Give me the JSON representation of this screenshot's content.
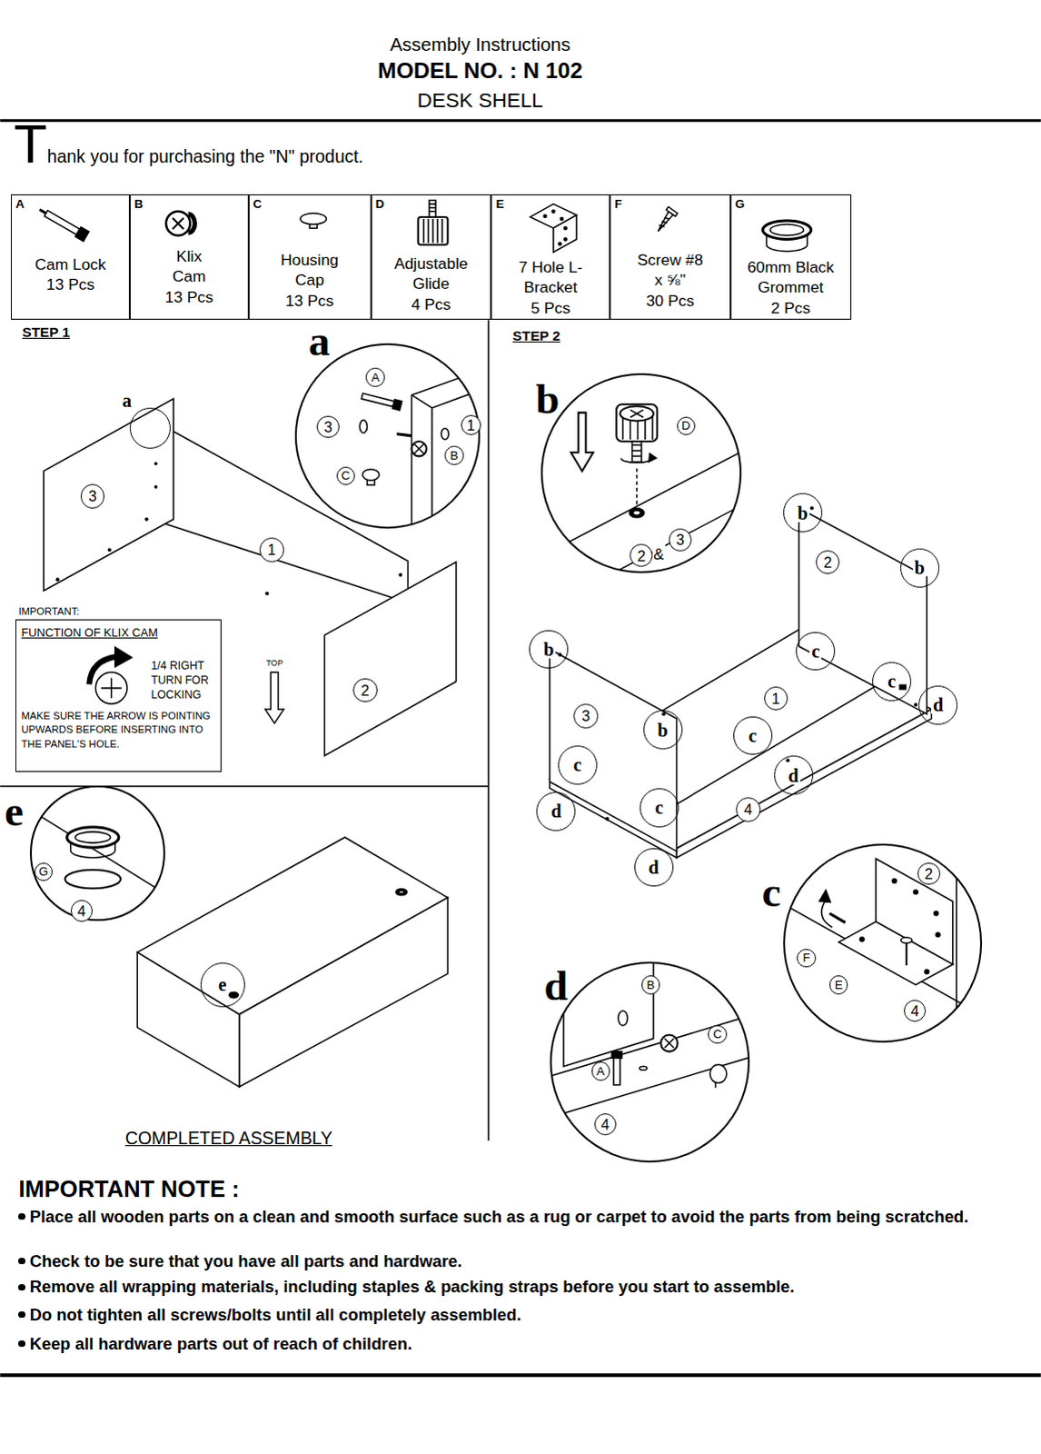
{
  "diagram": {
    "title": "Assembly Instructions",
    "nodes": [
      {
        "text": [
          "A",
          "Cam Lock",
          "13 Pcs"
        ]
      },
      {
        "text": [
          "B",
          "Klix Cam",
          "13 Pcs"
        ]
      },
      {
        "text": [
          "C",
          "Housing Cap",
          "13 Pcs"
        ]
      },
      {
        "text": [
          "D",
          "Adjustable Glide",
          "4 Pcs"
        ]
      },
      {
        "text": [
          "E",
          "7 Hole L-Bracket",
          "5 Pcs"
        ]
      },
      {
        "text": [
          "F",
          "Screw #8 x ⅝\"",
          "30 Pcs"
        ]
      },
      {
        "text": [
          "G",
          "60mm Black Grommet",
          "2 Pcs"
        ]
      },
      {
        "text": [
          "a"
        ]
      },
      {
        "text": [
          "3"
        ]
      },
      {
        "text": [
          "1"
        ]
      },
      {
        "text": [
          "2"
        ]
      },
      {
        "text": [
          "a"
        ]
      },
      {
        "text": [
          "A"
        ],
        "in": 11
      },
      {
        "text": [
          "3"
        ],
        "in": 11
      },
      {
        "text": [
          "1"
        ],
        "in": 11
      },
      {
        "text": [
          "B"
        ],
        "in": 11
      },
      {
        "text": [
          "C"
        ],
        "in": 11
      },
      {
        "text": [
          "IMPORTANT:",
          "FUNCTION OF KLIX CAM",
          "1/4 RIGHT TURN FOR LOCKING",
          "MAKE SURE THE ARROW IS POINTING UPWARDS BEFORE INSERTING INTO THE PANEL'S HOLE."
        ]
      },
      {
        "text": [
          "b"
        ]
      },
      {
        "text": [
          "D"
        ],
        "in": 18
      },
      {
        "text": [
          "2"
        ],
        "in": 18
      },
      {
        "text": [
          "3"
        ],
        "in": 18
      },
      {
        "text": [
          "b"
        ]
      },
      {
        "text": [
          "b"
        ]
      },
      {
        "text": [
          "2"
        ]
      },
      {
        "text": [
          "c"
        ]
      },
      {
        "text": [
          "b"
        ]
      },
      {
        "text": [
          "3"
        ]
      },
      {
        "text": [
          "1"
        ]
      },
      {
        "text": [
          "c"
        ]
      },
      {
        "text": [
          "b"
        ]
      },
      {
        "text": [
          "c"
        ]
      },
      {
        "text": [
          "d"
        ]
      },
      {
        "text": [
          "c"
        ]
      },
      {
        "text": [
          "d"
        ]
      },
      {
        "text": [
          "c"
        ]
      },
      {
        "text": [
          "4"
        ]
      },
      {
        "text": [
          "d"
        ]
      },
      {
        "text": [
          "d"
        ]
      },
      {
        "text": [
          "c"
        ]
      },
      {
        "text": [
          "2"
        ],
        "in": 39
      },
      {
        "text": [
          "F"
        ],
        "in": 39
      },
      {
        "text": [
          "E"
        ],
        "in": 39
      },
      {
        "text": [
          "4"
        ],
        "in": 39
      },
      {
        "text": [
          "d"
        ]
      },
      {
        "text": [
          "B"
        ],
        "in": 44
      },
      {
        "text": [
          "C"
        ],
        "in": 44
      },
      {
        "text": [
          "A"
        ],
        "in": 44
      },
      {
        "text": [
          "4"
        ],
        "in": 44
      },
      {
        "text": [
          "e"
        ]
      },
      {
        "text": [
          "G"
        ],
        "in": 49
      },
      {
        "text": [
          "4"
        ],
        "in": 49
      },
      {
        "text": [
          "e"
        ]
      }
    ],
    "labels": [
      "MODEL NO. : N 102",
      "DESK SHELL",
      "Thank you for purchasing the \"N\" product.",
      "STEP 1",
      "TOP",
      "STEP 2",
      "&",
      "COMPLETED ASSEMBLY",
      "IMPORTANT NOTE :",
      "Place all wooden parts on a clean and smooth surface such as a rug or carpet to avoid the parts from being scratched.",
      "Check to be sure that you have all parts and hardware.",
      "Remove all wrapping materials, including staples & packing straps before you start to assemble.",
      "Do not tighten all screws/bolts until all completely assembled.",
      "Keep all hardware parts out of reach of children."
    ]
  }
}
